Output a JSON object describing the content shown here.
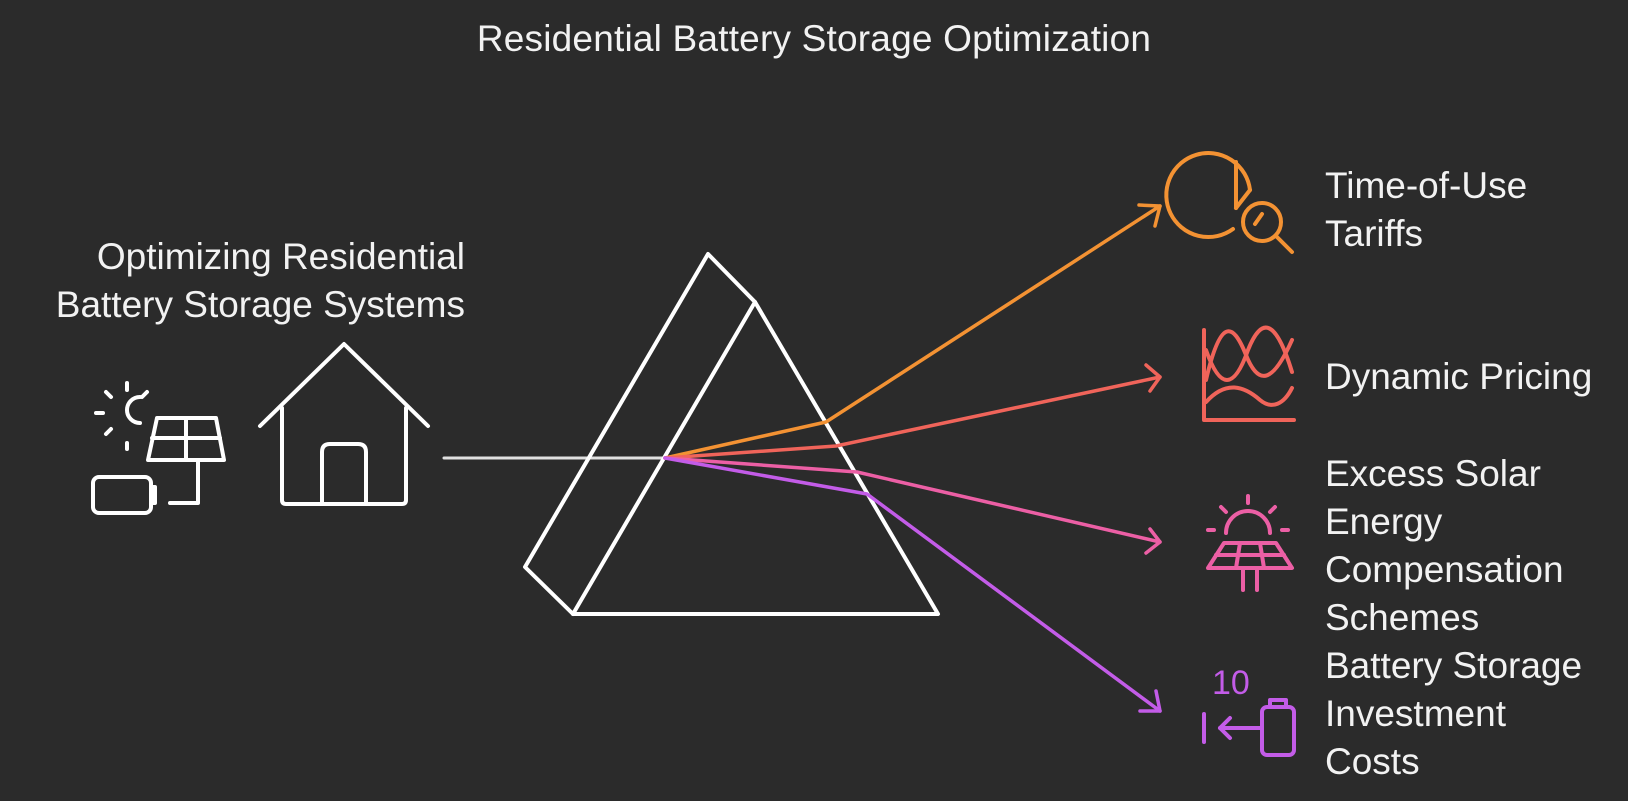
{
  "title": "Residential Battery Storage Optimization",
  "source": {
    "label_lines": [
      "Optimizing Residential",
      "Battery Storage Systems"
    ]
  },
  "outputs": [
    {
      "id": "time-of-use",
      "label_lines": [
        "Time-of-Use",
        "Tariffs"
      ],
      "color": "#f39233",
      "icon": "pie-chart-magnifier-icon"
    },
    {
      "id": "dynamic-pricing",
      "label_lines": [
        "Dynamic Pricing"
      ],
      "color": "#f0645a",
      "icon": "wave-chart-icon"
    },
    {
      "id": "excess-solar",
      "label_lines": [
        "Excess Solar",
        "Energy",
        "Compensation",
        "Schemes"
      ],
      "color": "#ec5fa5",
      "icon": "solar-panel-sun-icon"
    },
    {
      "id": "investment",
      "label_lines": [
        "Battery Storage",
        "Investment",
        "Costs"
      ],
      "color": "#c35ce8",
      "icon": "battery-timeline-icon",
      "icon_text": "10"
    }
  ],
  "colors": {
    "background": "#2b2b2b",
    "stroke": "#ffffff",
    "beam": "#e0e0e0"
  }
}
